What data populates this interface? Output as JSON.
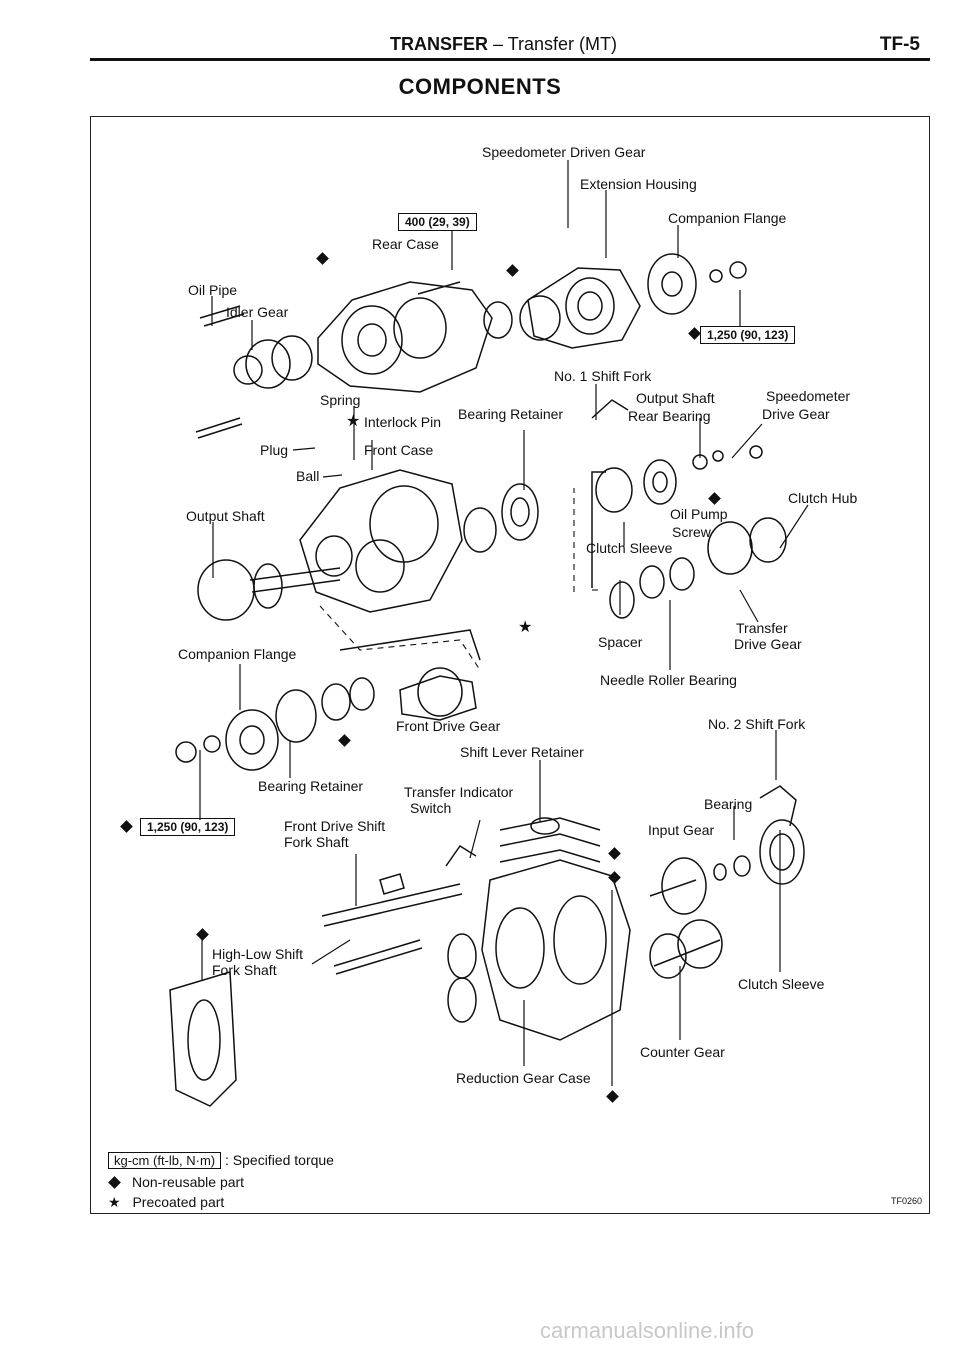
{
  "header": {
    "section": "TRANSFER",
    "subsection": "– Transfer (MT)",
    "page": "TF-5"
  },
  "heading": "COMPONENTS",
  "labels": {
    "speedometer_driven_gear": "Speedometer Driven Gear",
    "extension_housing": "Extension Housing",
    "companion_flange_top": "Companion Flange",
    "rear_case": "Rear Case",
    "oil_pipe": "Oil Pipe",
    "idler_gear": "Idler Gear",
    "no1_shift_fork": "No. 1 Shift Fork",
    "output_shaft_rear_bearing_1": "Output Shaft",
    "output_shaft_rear_bearing_2": "Rear Bearing",
    "speedometer_drive_gear_1": "Speedometer",
    "speedometer_drive_gear_2": "Drive Gear",
    "spring": "Spring",
    "interlock_pin": "Interlock Pin",
    "bearing_retainer_top": "Bearing Retainer",
    "plug": "Plug",
    "front_case": "Front Case",
    "ball": "Ball",
    "clutch_hub": "Clutch Hub",
    "output_shaft": "Output Shaft",
    "oil_pump_screw_1": "Oil Pump",
    "oil_pump_screw_2": "Screw",
    "clutch_sleeve_top": "Clutch Sleeve",
    "transfer_drive_gear_1": "Transfer",
    "transfer_drive_gear_2": "Drive Gear",
    "spacer": "Spacer",
    "companion_flange_left": "Companion Flange",
    "needle_roller_bearing": "Needle Roller Bearing",
    "front_drive_gear": "Front Drive Gear",
    "no2_shift_fork": "No. 2 Shift Fork",
    "shift_lever_retainer": "Shift Lever Retainer",
    "bearing_retainer_bottom": "Bearing Retainer",
    "transfer_indicator_switch_1": "Transfer Indicator",
    "transfer_indicator_switch_2": "Switch",
    "bearing": "Bearing",
    "front_drive_shift_fork_shaft_1": "Front Drive Shift",
    "front_drive_shift_fork_shaft_2": "Fork Shaft",
    "input_gear": "Input Gear",
    "high_low_shift_fork_shaft_1": "High-Low Shift",
    "high_low_shift_fork_shaft_2": "Fork Shaft",
    "clutch_sleeve_bottom": "Clutch Sleeve",
    "counter_gear": "Counter Gear",
    "reduction_gear_case": "Reduction Gear Case"
  },
  "torques": {
    "rear_case": "400 (29, 39)",
    "companion_flange_top": "1,250 (90, 123)",
    "companion_flange_left": "1,250 (90, 123)"
  },
  "legend": {
    "unit_box": "kg-cm (ft-lb, N·m)",
    "unit_text": ": Specified torque",
    "non_reusable": "Non-reusable part",
    "precoated": "Precoated part"
  },
  "figure_code": "TF0260",
  "watermark": "carmanualsonline.info",
  "icons": {
    "non_reusable": "filled-diamond-icon",
    "precoated": "black-star-icon"
  }
}
